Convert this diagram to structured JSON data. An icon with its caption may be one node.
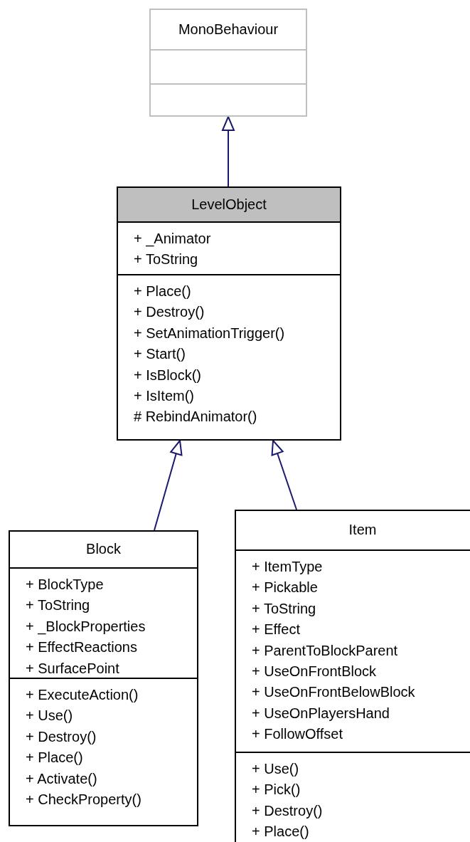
{
  "diagram": {
    "nodes": [
      {
        "text": [
          "MonoBehaviour"
        ]
      },
      {
        "text": [
          "LevelObject",
          "+ _Animator",
          "+ ToString",
          "+ Place()",
          "+ Destroy()",
          "+ SetAnimationTrigger()",
          "+ Start()",
          "+ IsBlock()",
          "+ IsItem()",
          "# RebindAnimator()"
        ]
      },
      {
        "text": [
          "Block",
          "+ BlockType",
          "+ ToString",
          "+ _BlockProperties",
          "+ EffectReactions",
          "+ SurfacePoint",
          "+ ExecuteAction()",
          "+ Use()",
          "+ Destroy()",
          "+ Place()",
          "+ Activate()",
          "+ CheckProperty()"
        ]
      },
      {
        "text": [
          "Item",
          "+ ItemType",
          "+ Pickable",
          "+ ToString",
          "+ Effect",
          "+ ParentToBlockParent",
          "+ UseOnFrontBlock",
          "+ UseOnFrontBelowBlock",
          "+ UseOnPlayersHand",
          "+ FollowOffset",
          "+ Use()",
          "+ Pick()",
          "+ Destroy()",
          "+ Place()"
        ]
      }
    ],
    "edges": [
      {
        "from": 1,
        "to": 0,
        "arrow": "to"
      },
      {
        "from": 2,
        "to": 1,
        "arrow": "to"
      },
      {
        "from": 3,
        "to": 1,
        "arrow": "to"
      }
    ]
  }
}
